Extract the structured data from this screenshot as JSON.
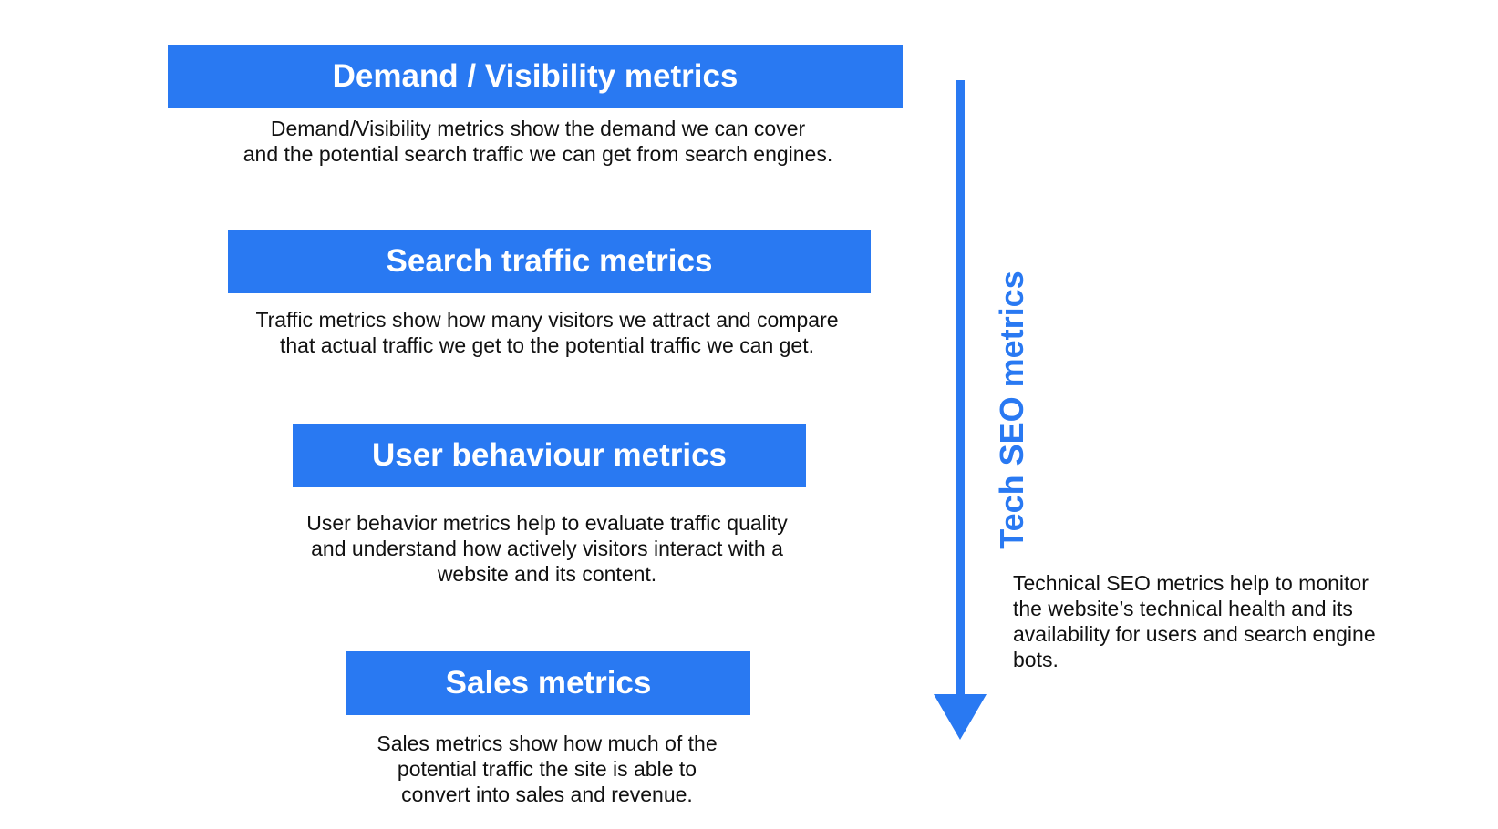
{
  "colors": {
    "accent": "#2979f2",
    "text": "#111111",
    "background": "#ffffff"
  },
  "stages": [
    {
      "title": "Demand / Visibility metrics",
      "description": "Demand/Visibility metrics show the demand we can cover\nand the potential search traffic we can get from search engines."
    },
    {
      "title": "Search traffic metrics",
      "description": "Traffic metrics show how many visitors we attract and compare\nthat actual traffic we get to the potential traffic we can get."
    },
    {
      "title": "User behaviour metrics",
      "description": "User behavior metrics help to evaluate traffic quality\nand understand how actively visitors interact with a\nwebsite and its content."
    },
    {
      "title": "Sales metrics",
      "description": "Sales metrics show how much of the\npotential traffic the site is able to\nconvert into sales and revenue."
    }
  ],
  "tech": {
    "label": "Tech SEO metrics",
    "description": "Technical SEO metrics help to monitor\nthe website’s technical health and its\navailability for users and search engine\nbots."
  }
}
